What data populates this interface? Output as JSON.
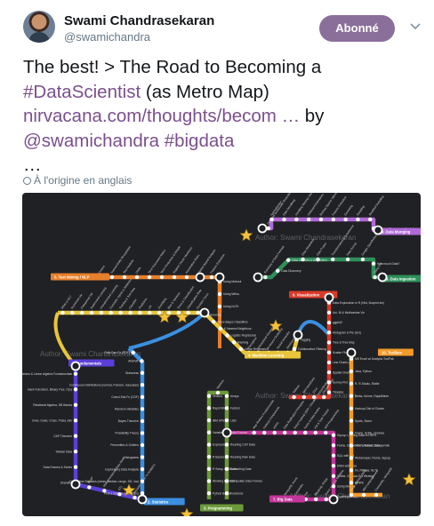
{
  "user": {
    "name": "Swami Chandrasekaran",
    "handle": "@swamichandra",
    "follow_label": "Abonné"
  },
  "tweet": {
    "line1": "The best! > The Road to Becoming a",
    "line2_hashtag": "#DataScientist",
    "line2_rest": " (as Metro Map)",
    "line3_link": "nirvacana.com/thoughts/becom …",
    "line3_rest": " by",
    "line4_mention": "@swamichandra",
    "line4_hashtag": "#bigdata",
    "line5": "…",
    "translate_label": "À l'origine en anglais"
  },
  "metro_map": {
    "watermark": "Author: Swami Chandrasekaran",
    "lines": {
      "fundamentals": {
        "label": "1. Fundamentals",
        "color": "#5b3fd6"
      },
      "statistics": {
        "label": "2. Statistics",
        "color": "#3b8fe0"
      },
      "programming": {
        "label": "3. Programming",
        "color": "#6c9a3a"
      },
      "machine_learning": {
        "label": "4. Machine Learning",
        "color": "#e8c53a"
      },
      "text_mining": {
        "label": "5. Text Mining / NLP",
        "color": "#e87f2a"
      },
      "visualization": {
        "label": "6. Visualization",
        "color": "#d93a2a"
      },
      "big_data": {
        "label": "7. Big Data",
        "color": "#c2359a"
      },
      "data_ingestion": {
        "label": "8. Data Ingestion",
        "color": "#2f8f5a"
      },
      "data_munging": {
        "label": "9. Data Munging",
        "color": "#b06ad8"
      },
      "toolbox": {
        "label": "10. Toolbox",
        "color": "#f29b2a"
      }
    },
    "stations": {
      "fundamentals": [
        "Matrices & Linear Algebra Fundamentals",
        "Hash Functions, Binary Tree, O(n)",
        "Relational Algebra, DB Basics",
        "Inner, Outer, Cross, Theta Join",
        "CAP Theorem",
        "Tabular Data",
        "Data Frames & Series",
        "Sharding",
        "OLAP",
        "Multidimensional Data Model",
        "ETL",
        "Reporting Vs BI Vs Analytics"
      ],
      "statistics": [
        "Pick a Dataset (UCI Repo)",
        "Descriptive Statistics (mean, median, range, SD, Var)",
        "Exploratory Data Analysis",
        "Histograms",
        "Percentiles & Outliers",
        "Probability Theory",
        "Bayes Theorem",
        "Random Variables",
        "Cumul Dist Fn (CDF)",
        "Continuous Distributions (normal, Poisson, Gaussian)",
        "Skewness",
        "ANOVA",
        "Prob Den Fn (PDF)"
      ],
      "programming": [
        "Python Basics",
        "Working in Excel",
        "R Setup / R Studio",
        "R Basics",
        "Expressions",
        "Variables",
        "IBM SPSS",
        "Rapid Miner",
        "Vectors",
        "Matrices",
        "Arrays",
        "Factors",
        "Lists",
        "Data Frames",
        "Reading CSV Data",
        "Reading Raw Data",
        "Subsetting Data",
        "Manipulate Data Frames",
        "Functions"
      ],
      "machine_learning": [
        "What is ML?",
        "Numerical Var",
        "Categorical Var",
        "Supervised Learning",
        "Unsupervised Learning",
        "Concepts, Inputs & Attributes",
        "Training & Test Data",
        "Classifier",
        "Prediction",
        "Lift",
        "Overfitting",
        "Bias & Variance",
        "Trees & Classification",
        "Classification Rate",
        "Decision Trees",
        "Boosting",
        "Naive Bayes Classifiers",
        "K-Nearest Neighbour",
        "Logistic Regression",
        "Ranking",
        "Linear Regression",
        "Perceptron",
        "Hierarchical Clustering",
        "K-means Clustering",
        "Neural Networks",
        "Sentiment Analysis",
        "Collaborative Filtering",
        "Tagging"
      ],
      "text_mining": [
        "Corpus",
        "Named Entity Recognition",
        "Text Analysis",
        "UIMA",
        "Term Document Matrix",
        "Term Frequency & Weight",
        "Support Vector Machines",
        "Association Rules",
        "Market Based Analysis",
        "Feature Extraction",
        "Using Mahout",
        "Using Weka",
        "Using NLTK"
      ],
      "visualization": [
        "Data Exploration in R (Hist, Boxplot etc)",
        "Uni, Bi & Multivariate Viz",
        "ggplot2",
        "Histogram & Pie (Uni)",
        "Tree & Tree Map",
        "Scatter Plot (Bi)",
        "Line Charts (Bi)",
        "Spatial Charts",
        "Survey Plot",
        "Timeline",
        "Decision Tree",
        "D3.js",
        "IBM ManyEyes",
        "Tableau"
      ],
      "big_data": [
        "Map Reduce Fundamentals",
        "Hadoop Components",
        "HDFS",
        "Data Replication Principles",
        "Setup Hadoop (IBM / Cloudera / HortonWorks)",
        "Name & Data Nodes",
        "Job & Task Tracker",
        "M/R Programming",
        "Sqoop: Loading Data in HDFS",
        "Flume, Scribe: For Unstruct Data",
        "SQL with Pig",
        "DWH with Hive",
        "Scribe, Chukwa For Weblog",
        "Using Mahout",
        "Zookeeper Avro",
        "Storm: Hadoop Realtime",
        "Rhadoop, RHipe",
        "rmr",
        "Cassandra",
        "MongoDB, Neo4j"
      ],
      "data_ingestion": [
        "Summary of Data Formats",
        "Data Discovery",
        "Data Sources & Acquisition",
        "Data Integration",
        "Data Fusion",
        "Transformation & Enrichment",
        "Data Survey",
        "Google OpenRefine",
        "How much Data?",
        "Using ETL"
      ],
      "data_munging": [
        "Dim. and Numerosity Reduction",
        "Normalization",
        "Data Scrubbing",
        "Handling Missing Values",
        "Unbiased Estimators",
        "Binning Sparse Values",
        "Feature Extraction",
        "Denoising",
        "Sampling",
        "Stratified Sampling",
        "Principal Component Analysis"
      ],
      "toolbox": [
        "MS Excel w/ Analysis ToolPak",
        "Java, Python",
        "R, R-Studio, Rattle",
        "Weka, Knime, RapidMiner",
        "Hadoop Dist of Choice",
        "Spark, Storm",
        "Flume, Scibe, Chukwa",
        "Nutch, Talend, Scraperwiki",
        "Webscraper, Flume, Sqoop",
        "tm, RWeka, NLTK",
        "RHIPE",
        "D3.js, ggplot2, Shiny",
        "IBM Languageware",
        "Cassandra, MongoDB"
      ]
    }
  }
}
